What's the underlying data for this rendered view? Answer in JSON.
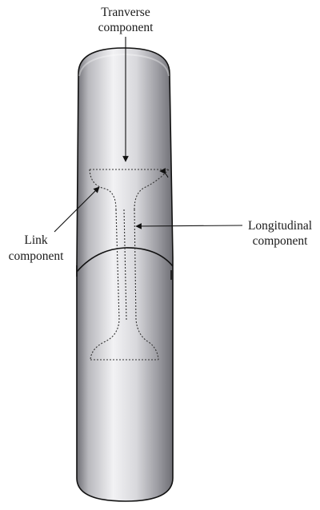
{
  "diagram": {
    "labels": {
      "transverse_line1": "Tranverse",
      "transverse_line2": "component",
      "link_line1": "Link",
      "link_line2": "component",
      "longitudinal_line1": "Longitudinal",
      "longitudinal_line2": "component"
    },
    "colors": {
      "cylinder_light": "#f2f2f4",
      "cylinder_mid": "#c4c4c8",
      "cylinder_dark": "#6e6e74",
      "outline": "#111111",
      "dotted": "#333333",
      "arrow": "#111111",
      "background": "#ffffff"
    }
  }
}
